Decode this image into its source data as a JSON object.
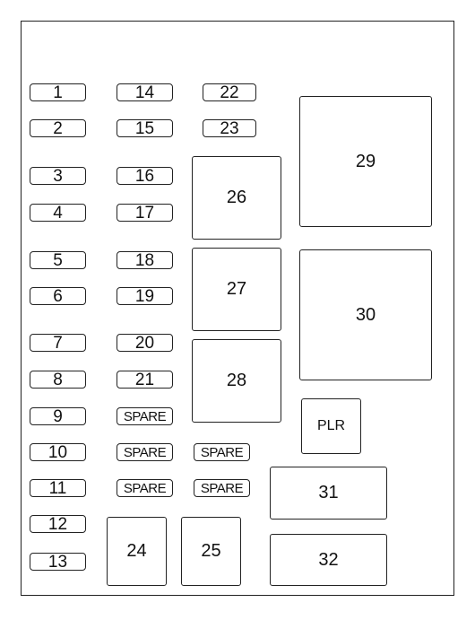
{
  "diagram": {
    "fuses_col1": [
      "1",
      "2",
      "3",
      "4",
      "5",
      "6",
      "7",
      "8",
      "9",
      "10",
      "11",
      "12",
      "13"
    ],
    "fuses_col2": [
      "14",
      "15",
      "16",
      "17",
      "18",
      "19",
      "20",
      "21",
      "SPARE",
      "SPARE",
      "SPARE"
    ],
    "fuses_col3": [
      "22",
      "23",
      "SPARE",
      "SPARE"
    ],
    "relays": {
      "r24": "24",
      "r25": "25",
      "r26": "26",
      "r27": "27",
      "r28": "28",
      "r29": "29",
      "r30": "30",
      "r31": "31",
      "r32": "32",
      "plr": "PLR"
    }
  }
}
